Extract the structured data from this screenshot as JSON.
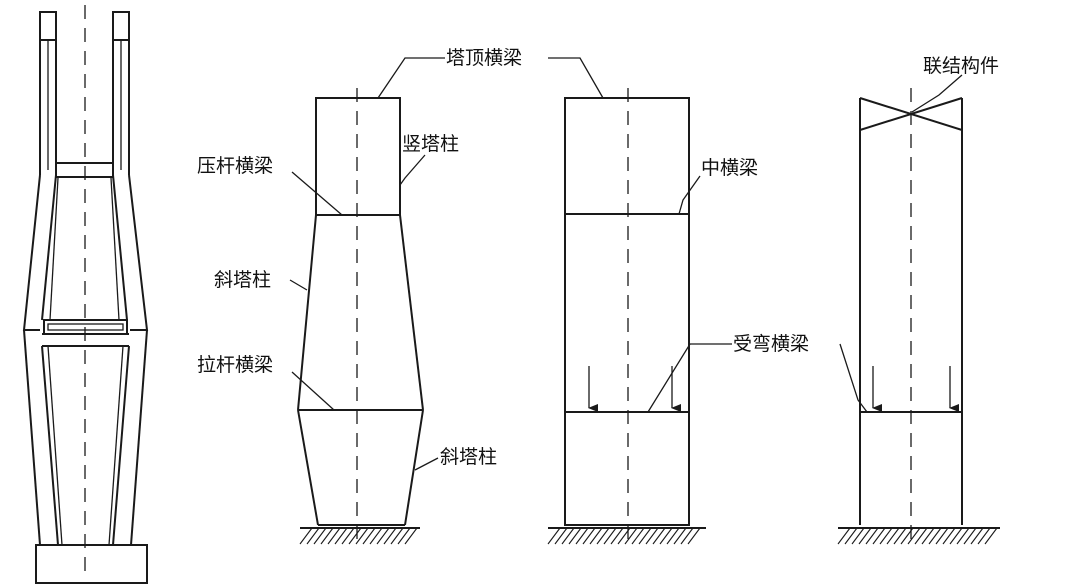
{
  "labels": {
    "top_beam": "塔顶横梁",
    "vertical_column": "竖塔柱",
    "compression_beam": "压杆横梁",
    "inclined_column_upper": "斜塔柱",
    "tension_beam": "拉杆横梁",
    "inclined_column_lower": "斜塔柱",
    "middle_beam": "中横梁",
    "bending_beam": "受弯横梁",
    "connecting_member": "联结构件"
  }
}
